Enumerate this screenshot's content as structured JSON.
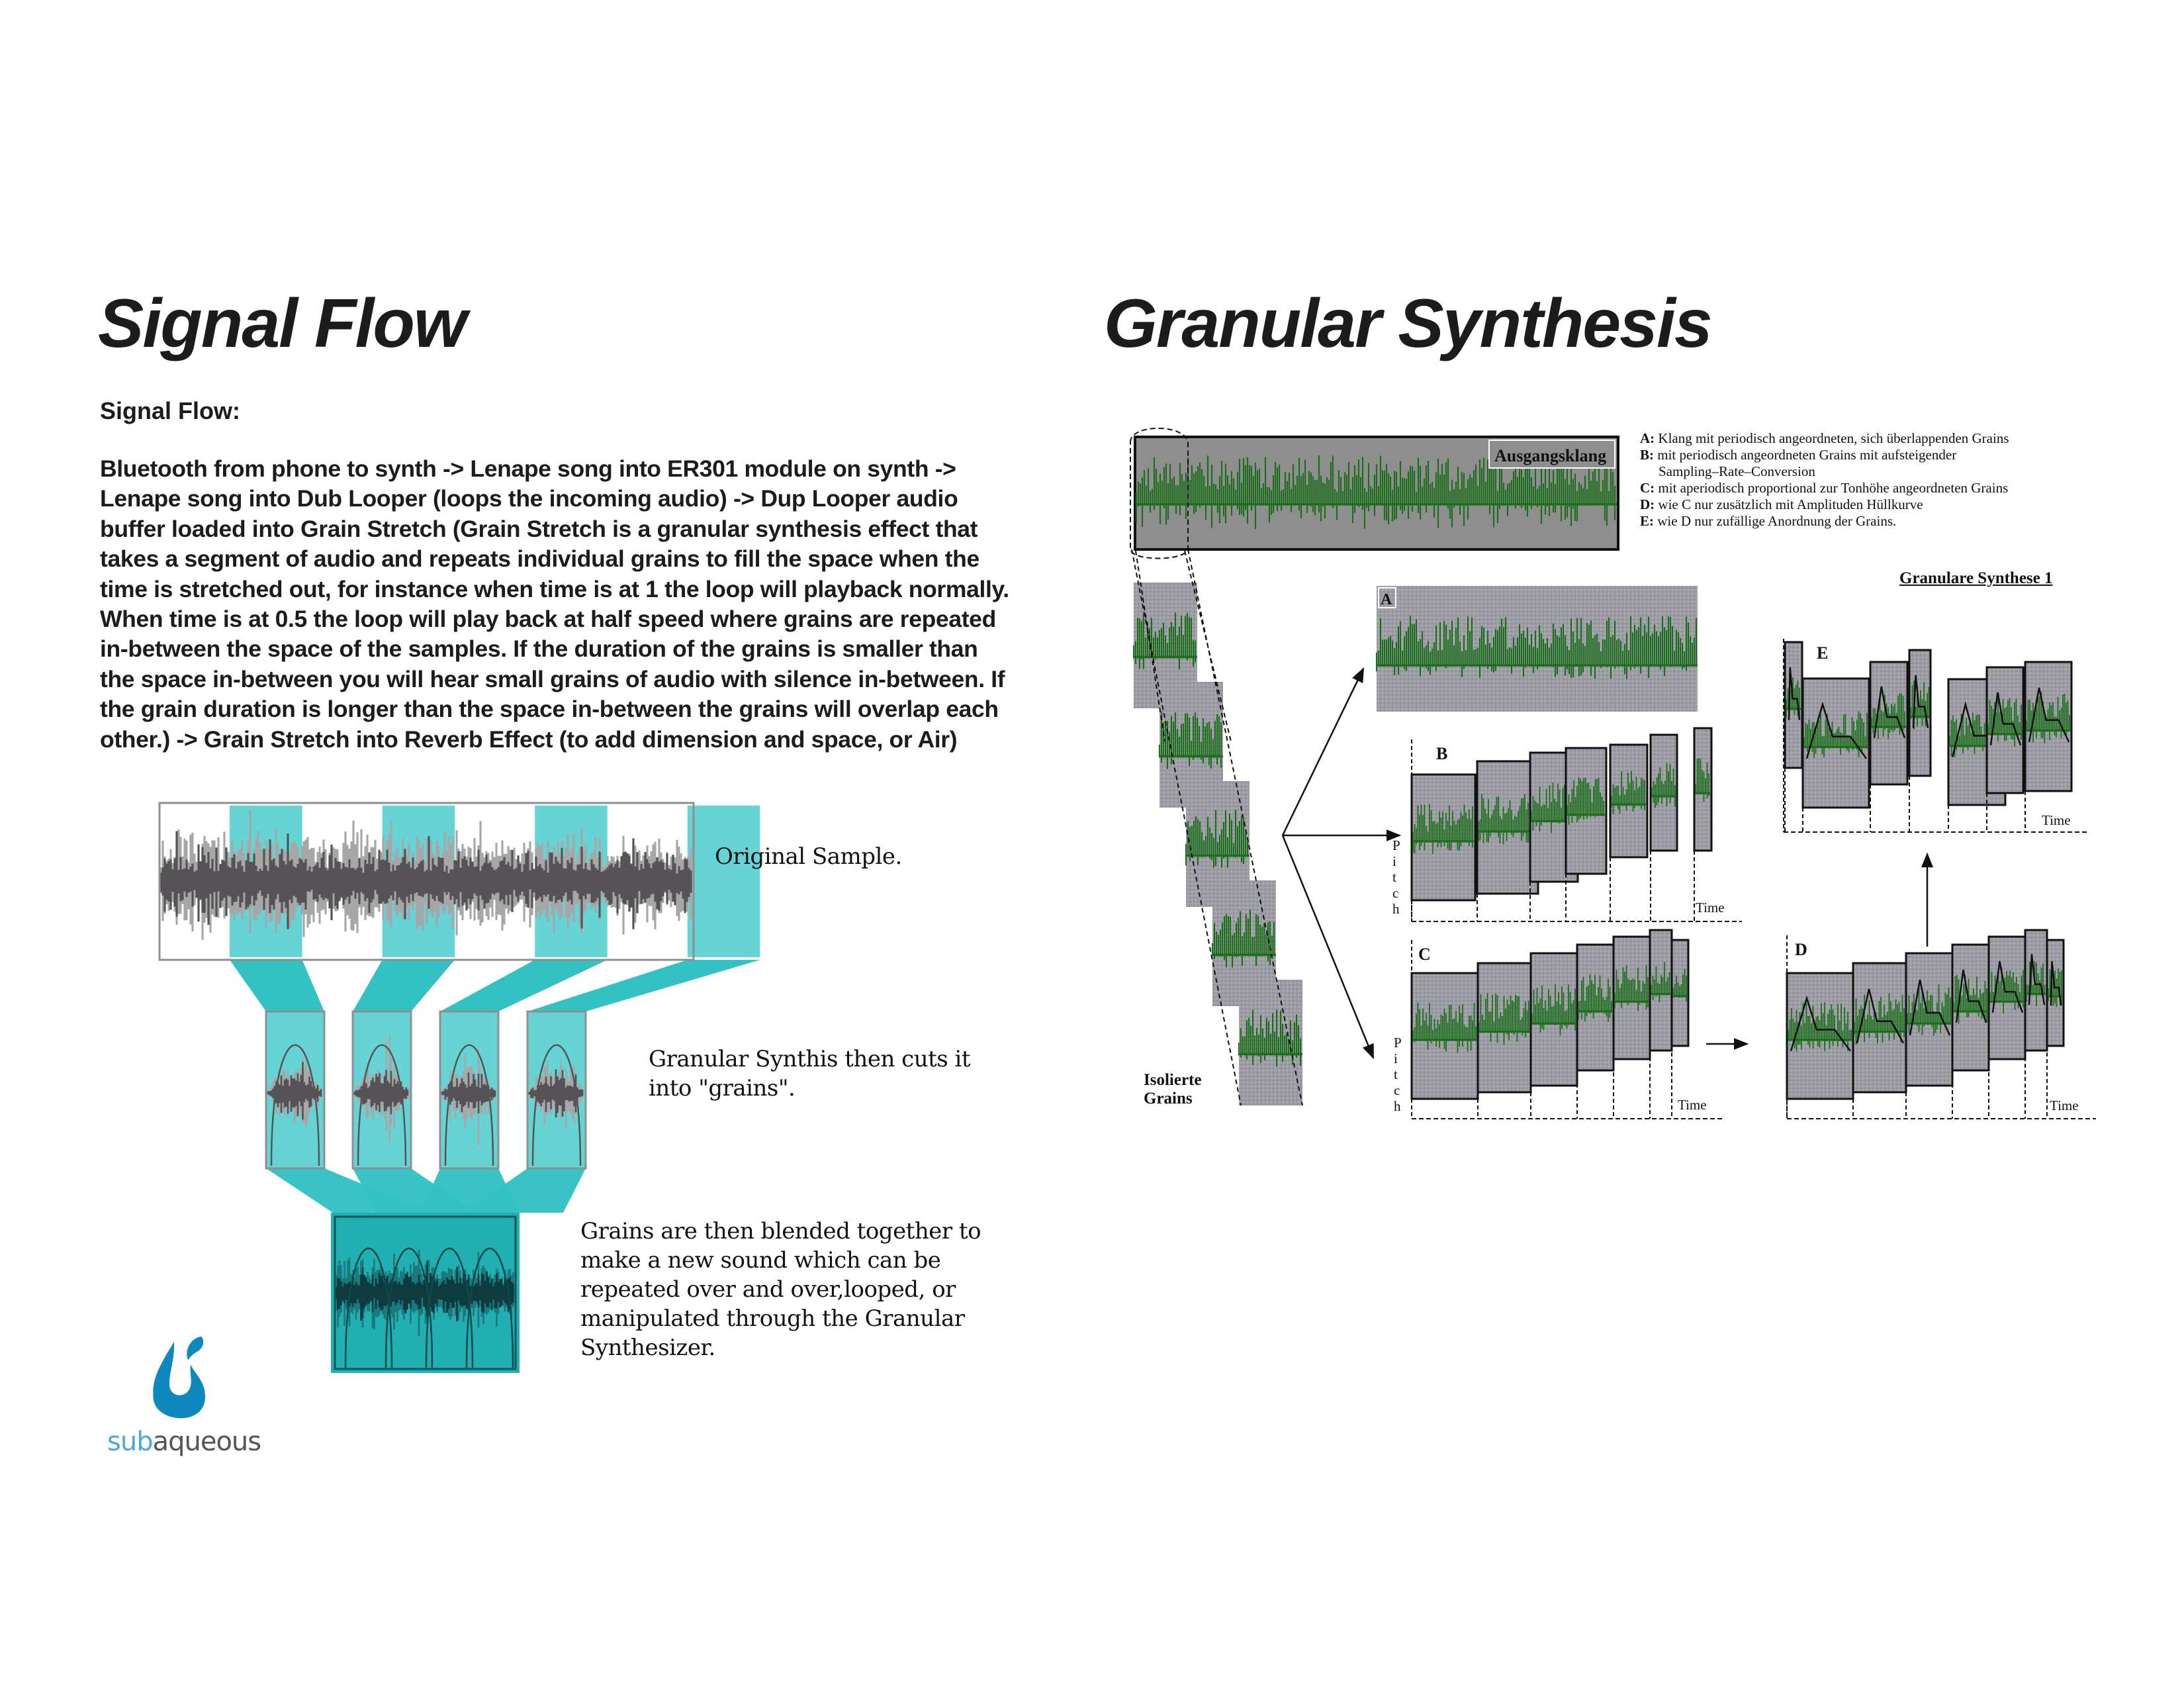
{
  "left": {
    "title": "Signal Flow",
    "subhead": "Signal Flow:",
    "body_lines": [
      "Bluetooth from phone to synth  -> Lenape song into ER301 module on synth ->",
      "Lenape song into Dub Looper (loops the incoming audio) -> Dup Looper audio",
      "buffer loaded into Grain Stretch (Grain Stretch is a granular synthesis effect that",
      "takes a segment of audio and repeats individual grains to fill the space when the",
      "time is stretched out, for instance when time is at 1 the loop will playback normally.",
      "When time is at 0.5 the loop will play back at half speed where grains are repeated",
      "in-between the space of the samples. If the duration of the grains is smaller than",
      "the space in-between you will hear small grains of audio with silence in-between. If",
      "the grain duration is longer than the space in-between the grains will overlap each",
      "other.) -> Grain Stretch into Reverb Effect (to add dimension and space, or Air)"
    ],
    "diagram": {
      "caption_original": "Original Sample.",
      "caption_grains": [
        "Granular Synthis then cuts it",
        "into \"grains\"."
      ],
      "caption_blend": [
        "Grains are then blended together to",
        "make a  new sound which can be",
        "repeated over and over,looped,  or",
        "manipulated through the Granular",
        "Synthesizer."
      ],
      "grain_count": 4,
      "colors": {
        "funnel": "#33c1c3",
        "grain_box": "#66d3d5",
        "blend_box": "#22afb1",
        "wave_gray": "#555355",
        "wave_light": "#a7a7a7",
        "wave_dark": "#0d3b3e",
        "frame": "#8f8f8f"
      }
    },
    "logo": {
      "part1": "sub",
      "part2": "aqueous",
      "color1": "#4fa9d6",
      "color2": "#555555",
      "drop_color": "#0e88bf"
    }
  },
  "right": {
    "title": "Granular Synthesis",
    "source_label": "Ausgangsklang",
    "legend": [
      {
        "key": "A:",
        "text": "Klang mit periodisch angeordneten, sich überlappenden Grains"
      },
      {
        "key": "B:",
        "text": "mit periodisch angeordneten Grains mit aufsteigender"
      },
      {
        "key": "",
        "text": "Sampling–Rate–Conversion"
      },
      {
        "key": "C:",
        "text": "mit aperiodisch proportional zur Tonhöhe angeordneten Grains"
      },
      {
        "key": "D:",
        "text": "wie C nur zusätzlich mit Amplituden Hüllkurve"
      },
      {
        "key": "E:",
        "text": "wie D nur zufällige Anordnung der Grains."
      }
    ],
    "figure_caption": "Granulare Synthese 1",
    "isolated_label": [
      "Isolierte",
      "Grains"
    ],
    "panels": {
      "A": "A",
      "B": "B",
      "C": "C",
      "D": "D",
      "E": "E"
    },
    "axis_pitch": [
      "P",
      "i",
      "t",
      "c",
      "h"
    ],
    "axis_time": "Time",
    "colors": {
      "source_bg": "#8e8e8e",
      "panel_bg": "#9c9cab",
      "panel_dots": "#b4b48a",
      "wave_green": "#1a6e1a",
      "outline": "#111111"
    }
  }
}
